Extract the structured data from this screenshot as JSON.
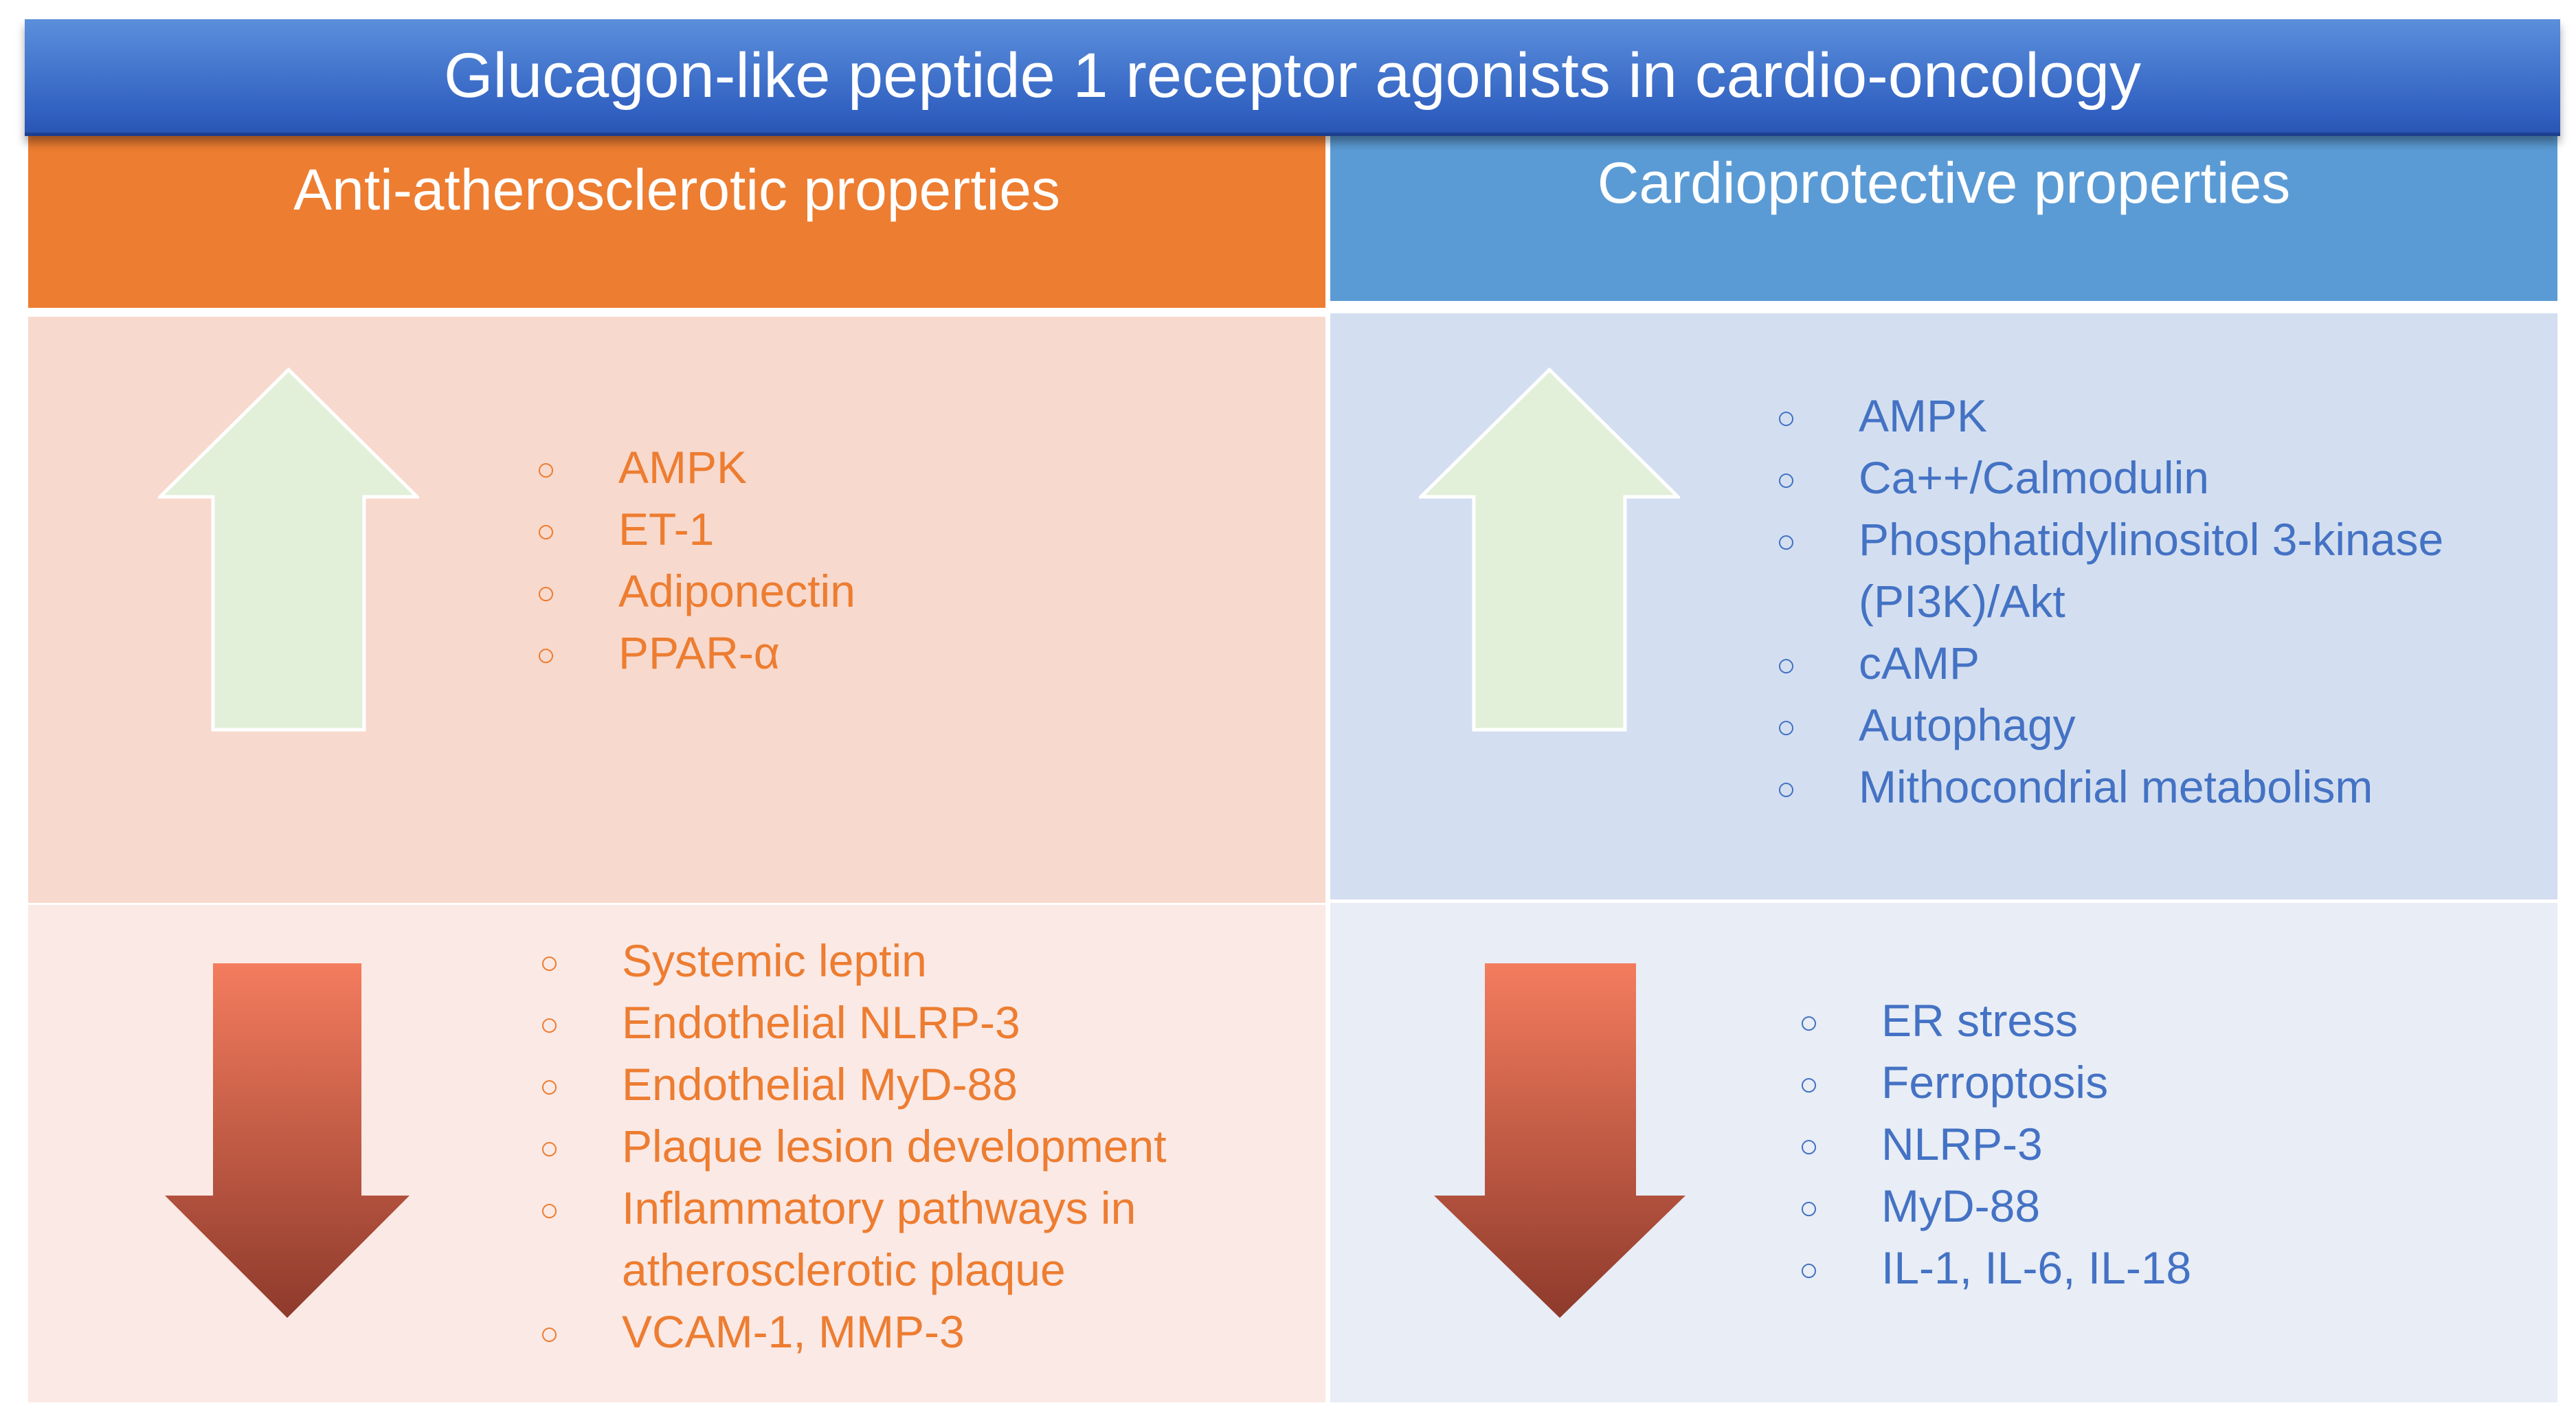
{
  "title": "Glucagon-like peptide 1 receptor agonists in cardio-oncology",
  "columns": {
    "left": {
      "header": "Anti-atherosclerotic properties",
      "increased": {
        "arrow": "up-arrow-icon",
        "items": [
          "AMPK",
          "ET-1",
          "Adiponectin",
          "PPAR-α"
        ]
      },
      "decreased": {
        "arrow": "down-arrow-icon",
        "items": [
          "Systemic leptin",
          "Endothelial NLRP-3",
          "Endothelial MyD-88",
          "Plaque lesion development",
          "Inflammatory pathways in",
          "atherosclerotic plaque",
          "VCAM-1, MMP-3"
        ]
      }
    },
    "right": {
      "header": "Cardioprotective properties",
      "increased": {
        "arrow": "up-arrow-icon",
        "items": [
          "AMPK",
          "Ca++/Calmodulin",
          "Phosphatidylinositol 3-kinase",
          "(PI3K)/Akt",
          "cAMP",
          "Autophagy",
          "Mithocondrial metabolism"
        ]
      },
      "decreased": {
        "arrow": "down-arrow-icon",
        "items": [
          "ER stress",
          "Ferroptosis",
          "NLRP-3",
          "MyD-88",
          "IL-1, IL-6, IL-18"
        ]
      }
    }
  },
  "bullet_symbol": "○",
  "colors": {
    "title_bg": "#2f5fc0",
    "left_header": "#ed7d31",
    "right_header": "#5b9bd5",
    "left_text": "#ed7d31",
    "right_text": "#4472c4",
    "up_arrow": "#e2efd9",
    "down_arrow_top": "#f47c5e",
    "down_arrow_bottom": "#8e3a2c"
  }
}
